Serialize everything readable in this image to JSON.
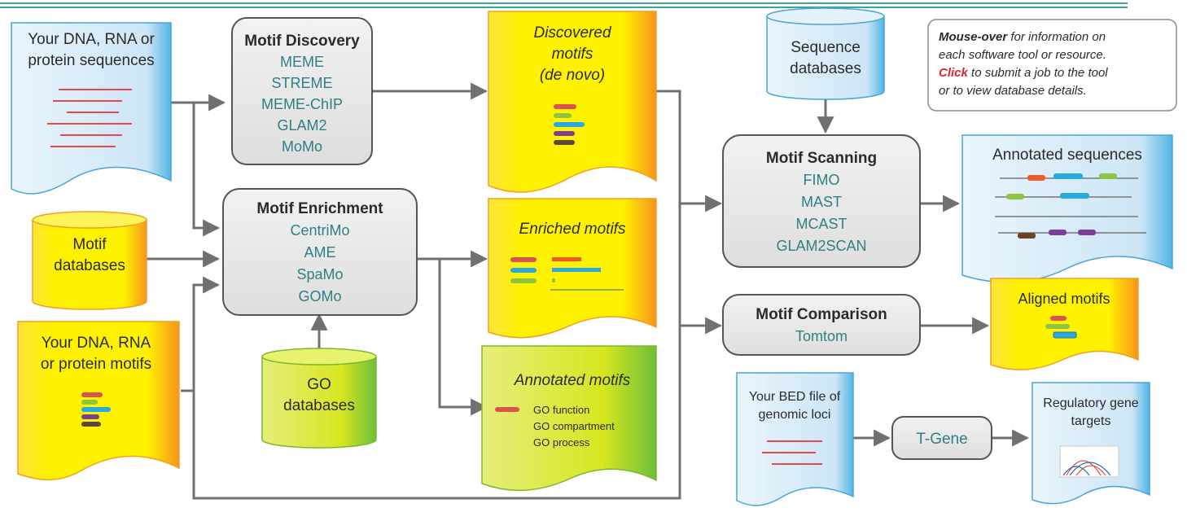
{
  "inputs": {
    "seqs": {
      "lines": [
        "Your DNA, RNA or",
        "protein sequences"
      ]
    },
    "motif_db": {
      "lines": [
        "Motif",
        "databases"
      ]
    },
    "user_motifs": {
      "lines": [
        "Your DNA, RNA",
        "or protein motifs"
      ]
    },
    "go_db": {
      "lines": [
        "GO",
        "databases"
      ]
    },
    "seq_db": {
      "lines": [
        "Sequence",
        "databases"
      ]
    },
    "bed_file": {
      "lines": [
        "Your BED file of",
        "genomic loci"
      ]
    }
  },
  "groups": {
    "discovery": {
      "title": "Motif Discovery",
      "tools": [
        "MEME",
        "STREME",
        "MEME-ChIP",
        "GLAM2",
        "MoMo"
      ]
    },
    "enrichment": {
      "title": "Motif Enrichment",
      "tools": [
        "CentriMo",
        "AME",
        "SpaMo",
        "GOMo"
      ]
    },
    "scanning": {
      "title": "Motif Scanning",
      "tools": [
        "FIMO",
        "MAST",
        "MCAST",
        "GLAM2SCAN"
      ]
    },
    "comparison": {
      "title": "Motif Comparison",
      "tools": [
        "Tomtom"
      ]
    },
    "tgene": {
      "title": "T-Gene"
    }
  },
  "outputs": {
    "discovered": {
      "lines": [
        "Discovered",
        "motifs",
        "(de novo)"
      ]
    },
    "enriched": {
      "lines": [
        "Enriched motifs"
      ]
    },
    "annotated_motifs": {
      "title": "Annotated motifs",
      "items": [
        "GO function",
        "GO compartment",
        "GO process"
      ]
    },
    "annotated_seqs": {
      "title": "Annotated sequences"
    },
    "aligned": {
      "title": "Aligned motifs"
    },
    "regulatory": {
      "lines": [
        "Regulatory gene",
        "targets"
      ]
    }
  },
  "help": {
    "line1_bold": "Mouse-over",
    "line1_rest": " for information on",
    "line2": "each software tool or resource.",
    "line3_red": "Click",
    "line3_rest": " to submit a job to the tool",
    "line4": "or to view database details."
  },
  "colors": {
    "top_rule": "#3aa39a",
    "tool_text": "#2f7f86",
    "doc_blue": "#cfe7f6",
    "doc_yellow": "#fff100",
    "doc_orange_edge": "#f59a1c",
    "doc_green": "#cfe21e",
    "help_red": "#e0262b"
  }
}
